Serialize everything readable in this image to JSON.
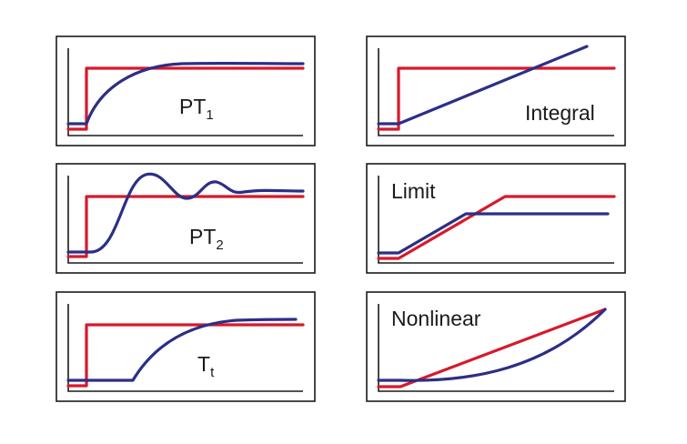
{
  "colors": {
    "input_signal": "#d7192a",
    "output_signal": "#2c2f85",
    "frame": "#1a1a1a"
  },
  "panels": [
    {
      "id": "pt1",
      "label": "PT",
      "sub": "1",
      "response": "first-order-lag"
    },
    {
      "id": "integral",
      "label": "Integral",
      "sub": "",
      "response": "integral"
    },
    {
      "id": "pt2",
      "label": "PT",
      "sub": "2",
      "response": "second-order-oscillating"
    },
    {
      "id": "limit",
      "label": "Limit",
      "sub": "",
      "response": "limit"
    },
    {
      "id": "tt",
      "label": "T",
      "sub": "t",
      "response": "dead-time"
    },
    {
      "id": "nonlinear",
      "label": "Nonlinear",
      "sub": "",
      "response": "nonlinear"
    }
  ]
}
